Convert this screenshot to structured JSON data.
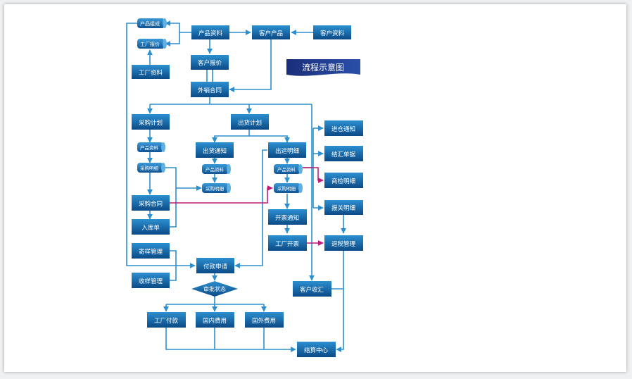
{
  "diagram": {
    "title": "流程示意图",
    "nodes": {
      "product_composition": "产品组成",
      "factory_quote": "工厂报价",
      "factory_info": "工厂资料",
      "product_info": "产品资料",
      "customer_product": "客户产品",
      "customer_info": "客户资料",
      "customer_quote": "客户报价",
      "sales_contract": "外销合同",
      "purchase_plan": "采购计划",
      "shipment_plan": "出货计划",
      "product_info_pill_1": "产品资料",
      "purchase_detail_pill_1": "采购明细",
      "shipment_notice": "出货通知",
      "product_info_pill_2": "产品资料",
      "purchase_detail_pill_2": "采购明细",
      "shipping_detail": "出运明细",
      "product_info_pill_3": "产品资料",
      "purchase_detail_pill_3": "采购明细",
      "warehouse_notice": "进仓通知",
      "settlement_doc": "结汇单据",
      "inspection_detail": "商检明细",
      "customs_detail": "报关明细",
      "purchase_contract": "采购合同",
      "stock_in": "入库单",
      "invoice_notice": "开票通知",
      "factory_invoice": "工厂开票",
      "tax_refund": "退税管理",
      "sample_send": "寄样管理",
      "payment_request": "付款申请",
      "sample_receive": "收样管理",
      "approval_status": "审批状态",
      "customer_receipt": "客户收汇",
      "factory_payment": "工厂付款",
      "domestic_cost": "国内费用",
      "foreign_cost": "国外费用",
      "settlement_center": "结算中心"
    },
    "colors": {
      "node_top": "#2c8fd0",
      "node_bottom": "#0b4a86",
      "connector": "#2c8fd0",
      "highlight_connector": "#c21a7a",
      "title_banner": "#1e3a8c"
    }
  }
}
